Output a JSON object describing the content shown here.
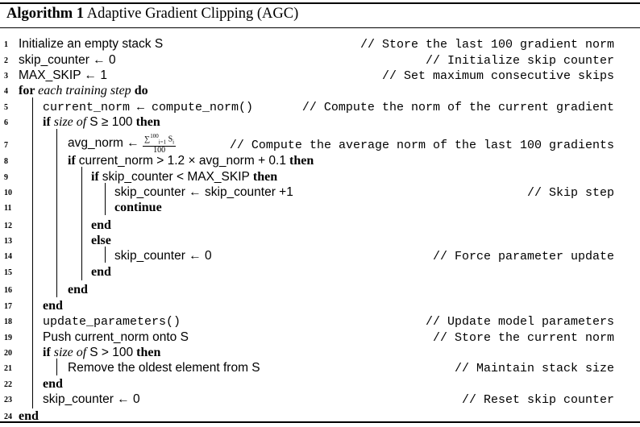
{
  "title": {
    "label": "Algorithm 1",
    "name": "Adaptive Gradient Clipping (AGC)"
  },
  "lines": [
    {
      "no": "1",
      "parts": [
        {
          "t": "Initialize an empty stack S",
          "c": "sf"
        }
      ],
      "comment": "// Store the last 100 gradient norm"
    },
    {
      "no": "2",
      "parts": [
        {
          "t": "skip_counter ← 0",
          "c": "sf"
        }
      ],
      "comment": "// Initialize skip counter"
    },
    {
      "no": "3",
      "parts": [
        {
          "t": "MAX_SKIP ← 1",
          "c": "sf"
        }
      ],
      "comment": "// Set maximum consecutive skips"
    },
    {
      "no": "4",
      "parts": [
        {
          "t": "for ",
          "c": "kw"
        },
        {
          "t": "each training step",
          "c": "it"
        },
        {
          "t": " do",
          "c": "kw"
        }
      ],
      "comment": ""
    },
    {
      "no": "5",
      "parts": [
        {
          "t": "current_norm ← compute_norm()",
          "c": "mono"
        }
      ],
      "comment": "// Compute the norm of the current gradient"
    },
    {
      "no": "6",
      "parts": [
        {
          "t": "if ",
          "c": "kw"
        },
        {
          "t": "size of ",
          "c": "it"
        },
        {
          "t": "S ≥ 100",
          "c": "sf"
        },
        {
          "t": " then",
          "c": "kw"
        }
      ],
      "comment": ""
    },
    {
      "no": "7",
      "parts": [
        {
          "t": "avg_norm ← ",
          "c": "sf"
        },
        {
          "t": "FRAC",
          "c": "frac"
        }
      ],
      "comment": "// Compute the average norm of the last 100 gradients"
    },
    {
      "no": "8",
      "parts": [
        {
          "t": "if ",
          "c": "kw"
        },
        {
          "t": "current_norm > 1.2 × avg_norm + 0.1",
          "c": "sf"
        },
        {
          "t": " then",
          "c": "kw"
        }
      ],
      "comment": ""
    },
    {
      "no": "9",
      "parts": [
        {
          "t": "if ",
          "c": "kw"
        },
        {
          "t": "skip_counter < MAX_SKIP",
          "c": "sf"
        },
        {
          "t": " then",
          "c": "kw"
        }
      ],
      "comment": ""
    },
    {
      "no": "10",
      "parts": [
        {
          "t": "skip_counter ← skip_counter +1",
          "c": "sf"
        }
      ],
      "comment": "// Skip step"
    },
    {
      "no": "11",
      "parts": [
        {
          "t": "continue",
          "c": "kw"
        }
      ],
      "comment": ""
    },
    {
      "no": "12",
      "parts": [
        {
          "t": "end",
          "c": "kw"
        }
      ],
      "comment": ""
    },
    {
      "no": "13",
      "parts": [
        {
          "t": "else",
          "c": "kw"
        }
      ],
      "comment": ""
    },
    {
      "no": "14",
      "parts": [
        {
          "t": "skip_counter ← 0",
          "c": "sf"
        }
      ],
      "comment": "// Force parameter update"
    },
    {
      "no": "15",
      "parts": [
        {
          "t": "end",
          "c": "kw"
        }
      ],
      "comment": ""
    },
    {
      "no": "16",
      "parts": [
        {
          "t": "end",
          "c": "kw"
        }
      ],
      "comment": ""
    },
    {
      "no": "17",
      "parts": [
        {
          "t": "end",
          "c": "kw"
        }
      ],
      "comment": ""
    },
    {
      "no": "18",
      "parts": [
        {
          "t": "update_parameters()",
          "c": "mono"
        }
      ],
      "comment": "// Update model parameters"
    },
    {
      "no": "19",
      "parts": [
        {
          "t": "Push current_norm onto S",
          "c": "sf"
        }
      ],
      "comment": "// Store the current norm"
    },
    {
      "no": "20",
      "parts": [
        {
          "t": "if ",
          "c": "kw"
        },
        {
          "t": "size of ",
          "c": "it"
        },
        {
          "t": "S > 100",
          "c": "sf"
        },
        {
          "t": " then",
          "c": "kw"
        }
      ],
      "comment": ""
    },
    {
      "no": "21",
      "parts": [
        {
          "t": "Remove the oldest element from S",
          "c": "sf"
        }
      ],
      "comment": "// Maintain stack size"
    },
    {
      "no": "22",
      "parts": [
        {
          "t": "end",
          "c": "kw"
        }
      ],
      "comment": ""
    },
    {
      "no": "23",
      "parts": [
        {
          "t": "skip_counter ← 0",
          "c": "sf"
        }
      ],
      "comment": "// Reset skip counter"
    },
    {
      "no": "24",
      "parts": [
        {
          "t": "end",
          "c": "kw"
        }
      ],
      "comment": ""
    }
  ],
  "fraction": {
    "numerator_sum": "∑",
    "upper": "100",
    "lower": "i=1",
    "term": "S",
    "term_index": "i",
    "denominator": "100"
  }
}
